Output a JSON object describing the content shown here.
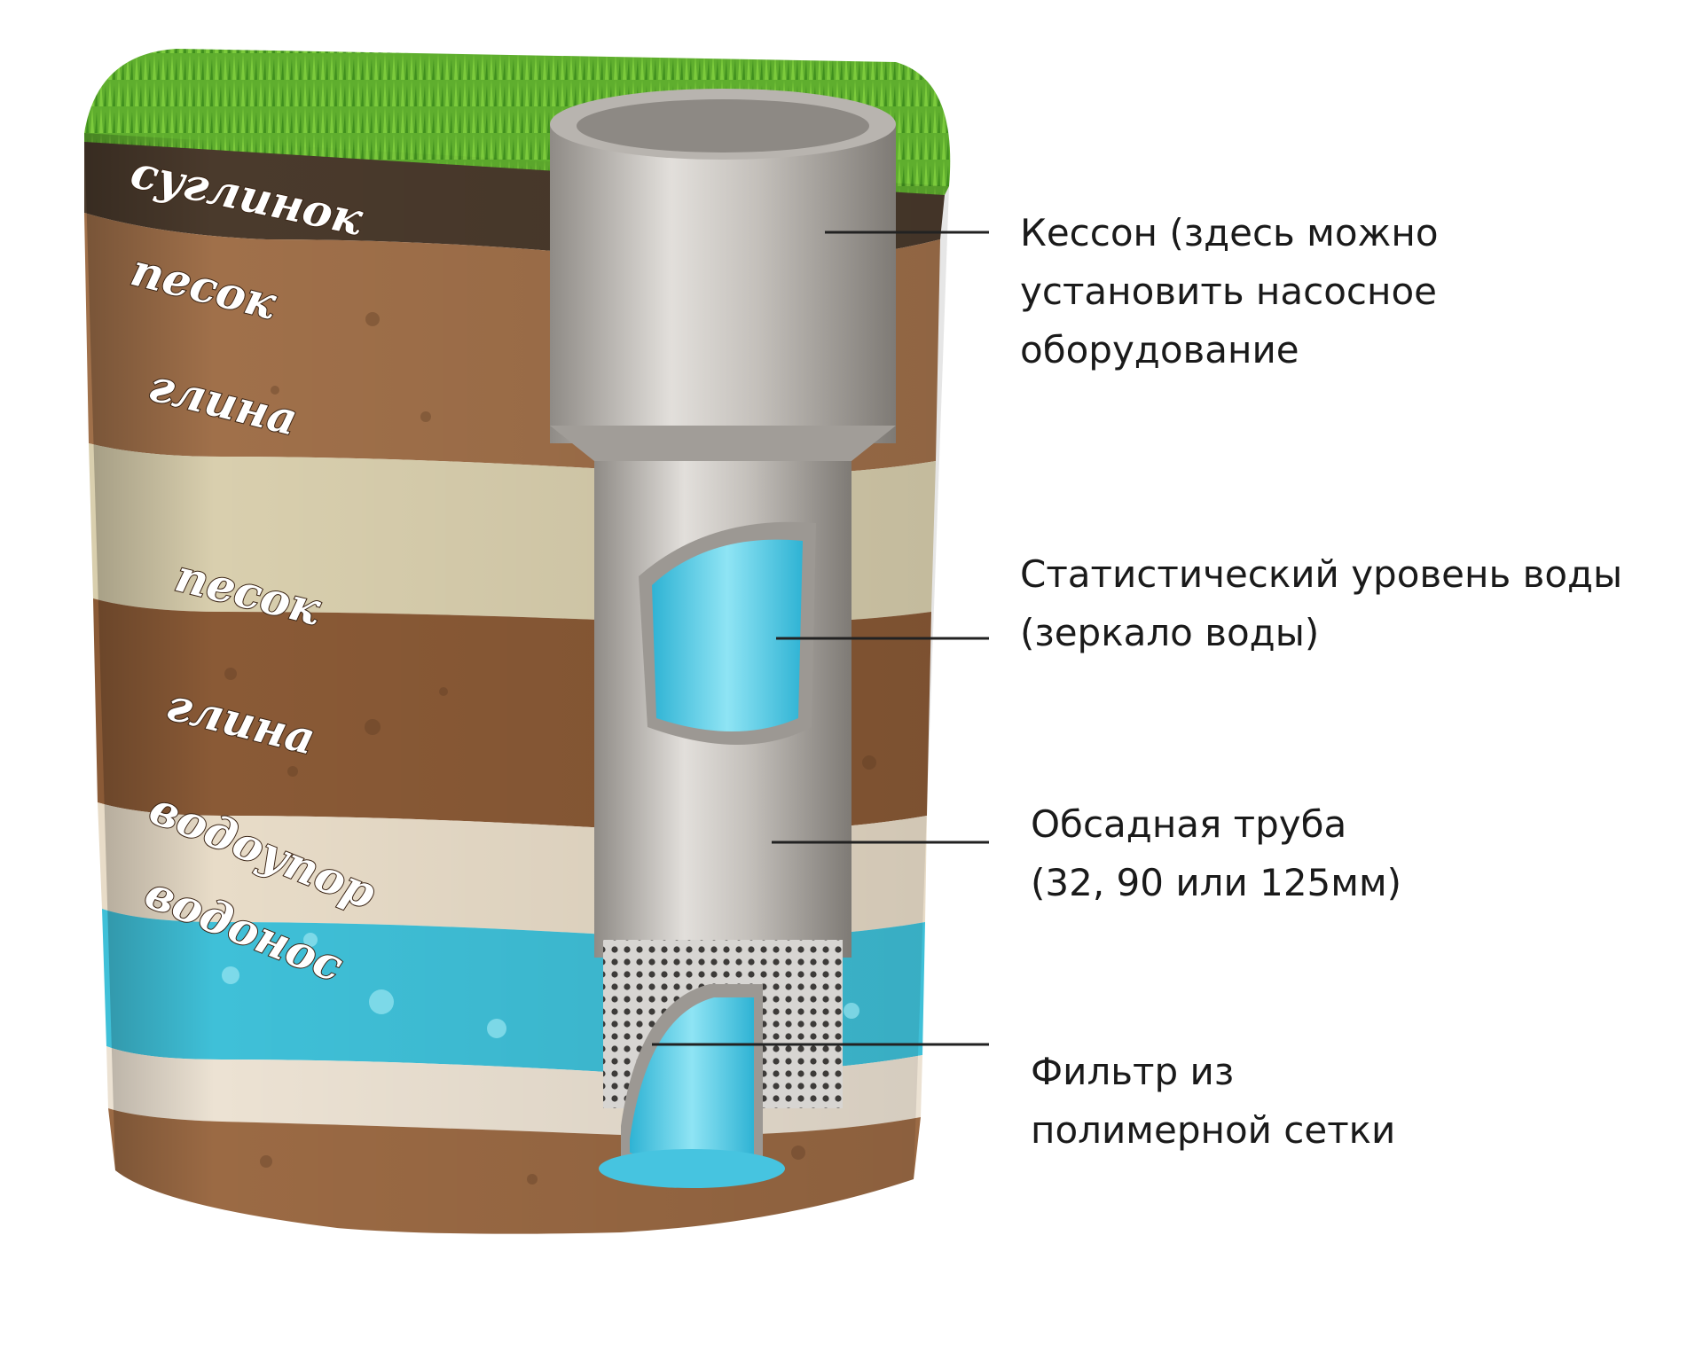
{
  "soil_layers": [
    {
      "label": "суглинок"
    },
    {
      "label": "песок"
    },
    {
      "label": "глина"
    },
    {
      "label": "песок"
    },
    {
      "label": "глина"
    },
    {
      "label": "водоупор"
    },
    {
      "label": "водонос"
    }
  ],
  "callouts": [
    {
      "name": "caisson",
      "lines": [
        "Кессон (здесь можно",
        "установить насосное",
        "оборудование"
      ]
    },
    {
      "name": "water-level",
      "lines": [
        "Статистический уровень воды",
        "(зеркало воды)"
      ]
    },
    {
      "name": "casing-pipe",
      "lines": [
        "Обсадная труба",
        "(32, 90 или 125мм)"
      ]
    },
    {
      "name": "filter",
      "lines": [
        "Фильтр из",
        "полимерной сетки"
      ]
    }
  ],
  "colors": {
    "grass": "#5fae2e",
    "topsoil": "#4a3a2c",
    "loam": "#a0704a",
    "sand": "#d9cfae",
    "clay": "#8a5a36",
    "aquitard": "#9fdde6",
    "aquifer": "#3fc0d8",
    "bottom_soil": "#9b6a44",
    "pipe": "#b9b6b2",
    "water": "#46c4e0",
    "callout_line": "#222222"
  }
}
